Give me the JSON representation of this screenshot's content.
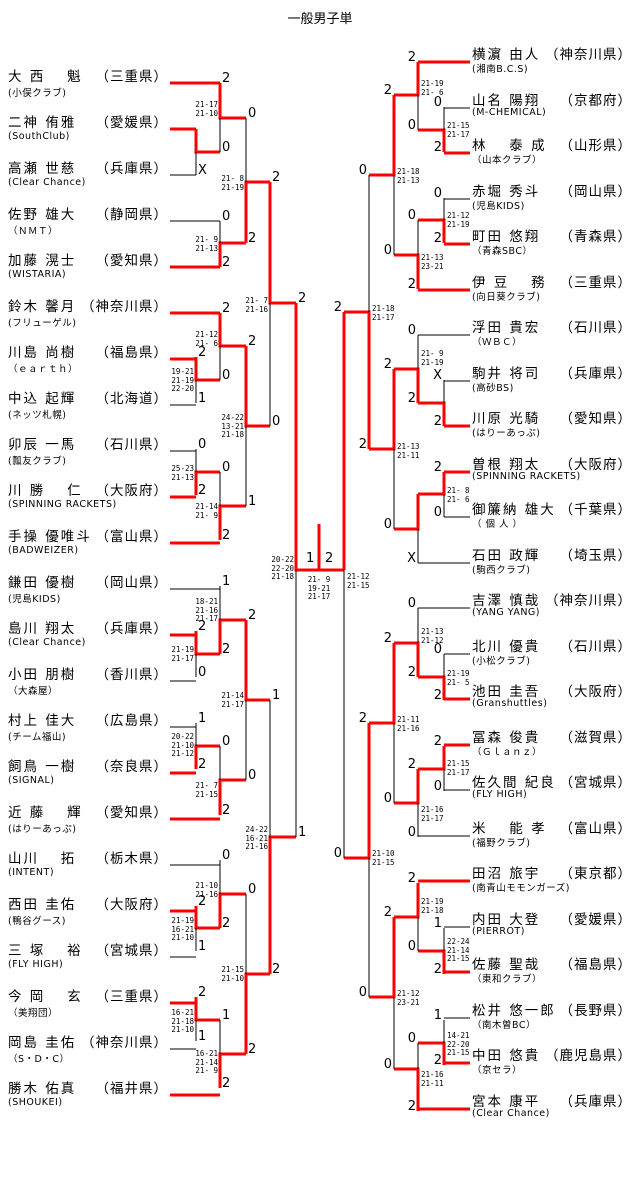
{
  "title": "一般男子単",
  "colors": {
    "winner_line": "#ff0000",
    "line": "#000000"
  },
  "left_players": [
    {
      "name": "大 西　 魁",
      "pref": "（三重県）",
      "club": "(小俣クラブ)"
    },
    {
      "name": "二神 侑雅",
      "pref": "（愛媛県）",
      "club": "(SouthClub)"
    },
    {
      "name": "高瀬 世慈",
      "pref": "（兵庫県）",
      "club": "(Clear Chance)"
    },
    {
      "name": "佐野 雄大",
      "pref": "（静岡県）",
      "club": "（ＮＭＴ）"
    },
    {
      "name": "加藤 滉士",
      "pref": "（愛知県）",
      "club": "(WISTARIA)"
    },
    {
      "name": "鈴木 馨月",
      "pref": "（神奈川県）",
      "club": "(フリューゲル)"
    },
    {
      "name": "川島 尚樹",
      "pref": "（福島県）",
      "club": "（ｅａｒｔｈ）"
    },
    {
      "name": "中込 起輝",
      "pref": "（北海道）",
      "club": "(ネッツ札幌)"
    },
    {
      "name": "卯辰 一馬",
      "pref": "（石川県）",
      "club": "(瓢友クラブ)"
    },
    {
      "name": "川 勝　 仁",
      "pref": "（大阪府）",
      "club": "(SPINNING RACKETS)"
    },
    {
      "name": "手操 優唯斗",
      "pref": "（富山県）",
      "club": "(BADWEIZER)"
    },
    {
      "name": "鎌田 優樹",
      "pref": "（岡山県）",
      "club": "(児島KIDS)"
    },
    {
      "name": "島川 翔太",
      "pref": "（兵庫県）",
      "club": "(Clear Chance)"
    },
    {
      "name": "小田 朋樹",
      "pref": "（香川県）",
      "club": "（大森屋）"
    },
    {
      "name": "村上 佳大",
      "pref": "（広島県）",
      "club": "(チーム福山)"
    },
    {
      "name": "飼鳥 一樹",
      "pref": "（奈良県）",
      "club": "(SIGNAL)"
    },
    {
      "name": "近 藤　 輝",
      "pref": "（愛知県）",
      "club": "(はりーあっぷ)"
    },
    {
      "name": "山川　 拓",
      "pref": "（栃木県）",
      "club": "(INTENT)"
    },
    {
      "name": "西田 圭佑",
      "pref": "（大阪府）",
      "club": "(鴨谷グース)"
    },
    {
      "name": "三 塚　 裕",
      "pref": "（宮城県）",
      "club": "(FLY HIGH)"
    },
    {
      "name": "今 岡　 玄",
      "pref": "（三重県）",
      "club": "（美翔団）"
    },
    {
      "name": "岡島 圭佑",
      "pref": "（神奈川県）",
      "club": "（S・D・C）"
    },
    {
      "name": "勝木 佑真",
      "pref": "（福井県）",
      "club": "(SHOUKEI)"
    }
  ],
  "right_players": [
    {
      "name": "横濵 由人",
      "pref": "（神奈川県）",
      "club": "(湘南B.C.S)"
    },
    {
      "name": "山名 陽翔",
      "pref": "（京都府）",
      "club": "(M-CHEMICAL)"
    },
    {
      "name": "林　 泰 成",
      "pref": "（山形県）",
      "club": "（山本クラブ）"
    },
    {
      "name": "赤堀 秀斗",
      "pref": "（岡山県）",
      "club": "(児島KIDS)"
    },
    {
      "name": "町田 悠翔",
      "pref": "（青森県）",
      "club": "（青森SBC）"
    },
    {
      "name": "伊 豆　 務",
      "pref": "（三重県）",
      "club": "(向日葵クラブ)"
    },
    {
      "name": "浮田 貴宏",
      "pref": "（石川県）",
      "club": "（ＷＢＣ）"
    },
    {
      "name": "駒井 将司",
      "pref": "（兵庫県）",
      "club": "(高砂BS)"
    },
    {
      "name": "川原 光騎",
      "pref": "（愛知県）",
      "club": "(はりーあっぷ)"
    },
    {
      "name": "曽根 翔太",
      "pref": "（大阪府）",
      "club": "(SPINNING RACKETS)"
    },
    {
      "name": "御簾納 雄大",
      "pref": "（千葉県）",
      "club": "（ 個 人 ）"
    },
    {
      "name": "石田 政輝",
      "pref": "（埼玉県）",
      "club": "(駒西クラブ)"
    },
    {
      "name": "吉澤 慎哉",
      "pref": "（神奈川県）",
      "club": "(YANG YANG)"
    },
    {
      "name": "北川 優貴",
      "pref": "（石川県）",
      "club": "(小松クラブ)"
    },
    {
      "name": "池田 圭吾",
      "pref": "（大阪府）",
      "club": "(Granshuttles)"
    },
    {
      "name": "冨森 俊貴",
      "pref": "（滋賀県）",
      "club": "（Ｇｌａｎｚ）"
    },
    {
      "name": "佐久間 紀良",
      "pref": "（宮城県）",
      "club": "(FLY HIGH)"
    },
    {
      "name": "米　 能 孝",
      "pref": "（富山県）",
      "club": "(福野クラブ)"
    },
    {
      "name": "田沼 旅宇",
      "pref": "（東京都）",
      "club": "(南青山モモンガーズ)"
    },
    {
      "name": "内田 大登",
      "pref": "（愛媛県）",
      "club": "(PIERROT)"
    },
    {
      "name": "佐藤 聖哉",
      "pref": "（福島県）",
      "club": "（東和クラブ）"
    },
    {
      "name": "松井 悠一郎",
      "pref": "（長野県）",
      "club": "（南木曽BC）"
    },
    {
      "name": "中田 悠貴",
      "pref": "（鹿児島県）",
      "club": "（京セラ）"
    },
    {
      "name": "宮本 康平",
      "pref": "（兵庫県）",
      "club": "(Clear Chance)"
    }
  ],
  "left_counts": [
    "2",
    "0",
    "X",
    "0",
    "2",
    "0",
    "2",
    "2",
    "2",
    "2",
    "2",
    "0",
    "1",
    "2",
    "0",
    "0",
    "2",
    "0",
    "1",
    "2",
    "1",
    "2",
    "1",
    "2",
    "2",
    "0",
    "2",
    "1",
    "1",
    "2",
    "0",
    "0",
    "2",
    "1",
    "0",
    "2",
    "2",
    "1",
    "0",
    "2",
    "2",
    "1",
    "1",
    "2",
    "2"
  ],
  "right_counts": [
    "2",
    "0",
    "2",
    "0",
    "2",
    "0",
    "0",
    "2",
    "0",
    "2",
    "0",
    "2",
    "0",
    "X",
    "2",
    "2",
    "2",
    "2",
    "2",
    "0",
    "0",
    "X",
    "0",
    "0",
    "2",
    "2",
    "2",
    "2",
    "2",
    "0",
    "2",
    "0",
    "0",
    "0",
    "2",
    "1",
    "2",
    "0",
    "2",
    "0",
    "1",
    "2",
    "0",
    "2",
    "0"
  ],
  "left_scores": [
    "21-17\n21-10",
    "21- 8\n21-19",
    "21- 9\n21-13",
    "21- 7\n21-16",
    "21-12\n21- 6",
    "19-21\n21-19\n22-20",
    "24-22\n13-21\n21-18",
    "25-23\n21-13",
    "21-14\n21- 9",
    "20-22\n22-20\n21-18",
    "21- 9\n19-21\n21-17",
    "18-21\n21-16\n21-17",
    "21-19\n21-17",
    "21-14\n21-17",
    "20-22\n21-10\n21-12",
    "21- 7\n21-15",
    "24-22\n16-21\n21-16",
    "21-10\n21-16",
    "21-19\n16-21\n21-10",
    "21-15\n21-10",
    "16-21\n21-18\n21-10",
    "16-21\n21-14\n21- 9"
  ],
  "right_scores": [
    "21-19\n21- 6",
    "21-15\n21-17",
    "21-18\n21-13",
    "21-12\n21-19",
    "21-13\n23-21",
    "21-18\n21-17",
    "21- 9\n21-19",
    "21-13\n21-11",
    "21- 8\n21- 6",
    "21-12\n21-15",
    "21-13\n21-12",
    "21-19\n21- 5",
    "21-11\n21-16",
    "21-15\n21-17",
    "21-16\n21-17",
    "21-10\n21-15",
    "21-19\n21-18",
    "22-24\n21-14\n21-15",
    "21-12\n23-21",
    "14-21\n22-20\n21-15",
    "21-16\n21-11"
  ]
}
